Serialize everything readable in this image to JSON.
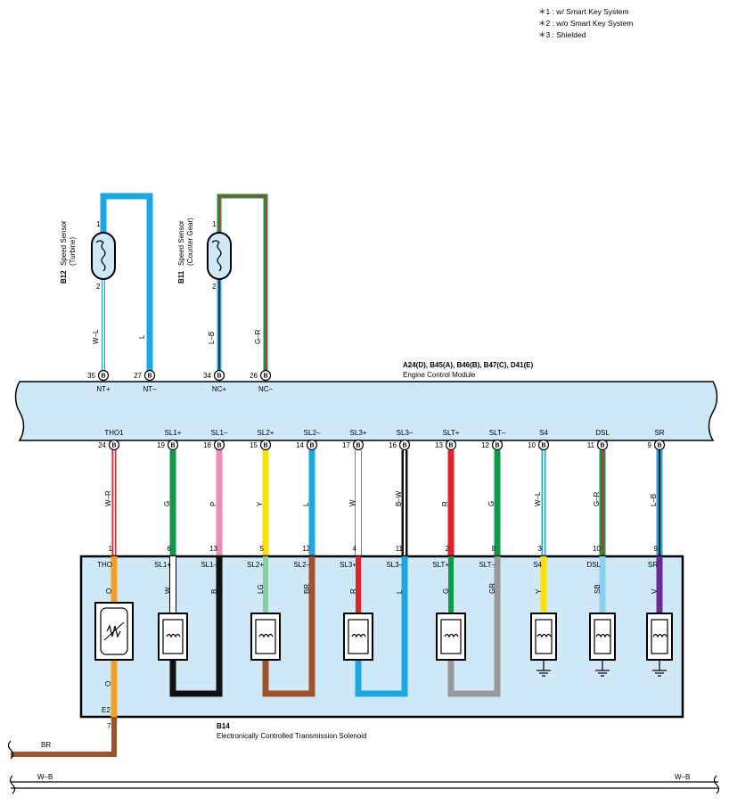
{
  "notes": [
    "＊1 : w/ Smart Key System",
    "＊2 : w/o Smart Key System",
    "＊3 : Shielded"
  ],
  "ecm": {
    "connectors": "A24(D), B45(A), B46(B), B47(C), D41(E)",
    "name": "Engine Control Module",
    "connector_code": "B",
    "top_pins": [
      {
        "num": "35",
        "label": "NT+"
      },
      {
        "num": "27",
        "label": "NT–"
      },
      {
        "num": "34",
        "label": "NC+"
      },
      {
        "num": "26",
        "label": "NC–"
      }
    ],
    "bottom_pins": [
      {
        "num": "24",
        "label": "THO1"
      },
      {
        "num": "19",
        "label": "SL1+"
      },
      {
        "num": "18",
        "label": "SL1–"
      },
      {
        "num": "15",
        "label": "SL2+"
      },
      {
        "num": "14",
        "label": "SL2–"
      },
      {
        "num": "17",
        "label": "SL3+"
      },
      {
        "num": "16",
        "label": "SL3–"
      },
      {
        "num": "13",
        "label": "SLT+"
      },
      {
        "num": "12",
        "label": "SLT–"
      },
      {
        "num": "10",
        "label": "S4"
      },
      {
        "num": "11",
        "label": "DSL"
      },
      {
        "num": "9",
        "label": "SR"
      }
    ]
  },
  "sensors": [
    {
      "id": "B12",
      "name": "Speed Sensor",
      "sub": "(Turbine)",
      "pin1": "1",
      "pin2": "2",
      "wire1": "L",
      "wire2": "W–L"
    },
    {
      "id": "B11",
      "name": "Speed Sensor",
      "sub": "(Counter Gear)",
      "pin1": "1",
      "pin2": "2",
      "wire1": "G–R",
      "wire2": "L–B"
    }
  ],
  "harness_wires": [
    "W–R",
    "G",
    "P",
    "Y",
    "L",
    "W",
    "B–W",
    "R",
    "G",
    "W–L",
    "G–R",
    "L–B"
  ],
  "solenoid": {
    "id": "B14",
    "name": "Electronically Controlled Transmission Solenoid",
    "pin_numbers": [
      "1",
      "6",
      "13",
      "5",
      "12",
      "4",
      "11",
      "2",
      "8",
      "3",
      "10",
      "9"
    ],
    "pin_labels": [
      "THO",
      "SL1+",
      "SL1–",
      "SL2+",
      "SL2–",
      "SL3+",
      "SL3–",
      "SLT+",
      "SLT–",
      "S4",
      "DSL",
      "SR"
    ],
    "internal_wires": [
      "O",
      "W",
      "B",
      "LG",
      "BR",
      "R",
      "L",
      "G",
      "GR",
      "Y",
      "SB",
      "V"
    ],
    "lower_wire": "O",
    "ground_pin_label": "E2",
    "ground_pin_num": "7"
  },
  "ground": {
    "wire": "BR",
    "bus_left": "W–B",
    "bus_right": "W–B"
  },
  "colors": {
    "ecm_fill": "#cfe8f7",
    "solenoid_fill": "#cfe8f7",
    "L": "#1aa8e0",
    "O": "#f4a020",
    "BR": "#a0522d",
    "B": "#111111",
    "G": "#0f9a48",
    "P": "#f08cb8",
    "Y": "#ffe000",
    "R": "#e8202a",
    "GR": "#999999",
    "LG": "#88cfa0",
    "SB": "#8ad0f2",
    "V": "#6a2c91"
  }
}
